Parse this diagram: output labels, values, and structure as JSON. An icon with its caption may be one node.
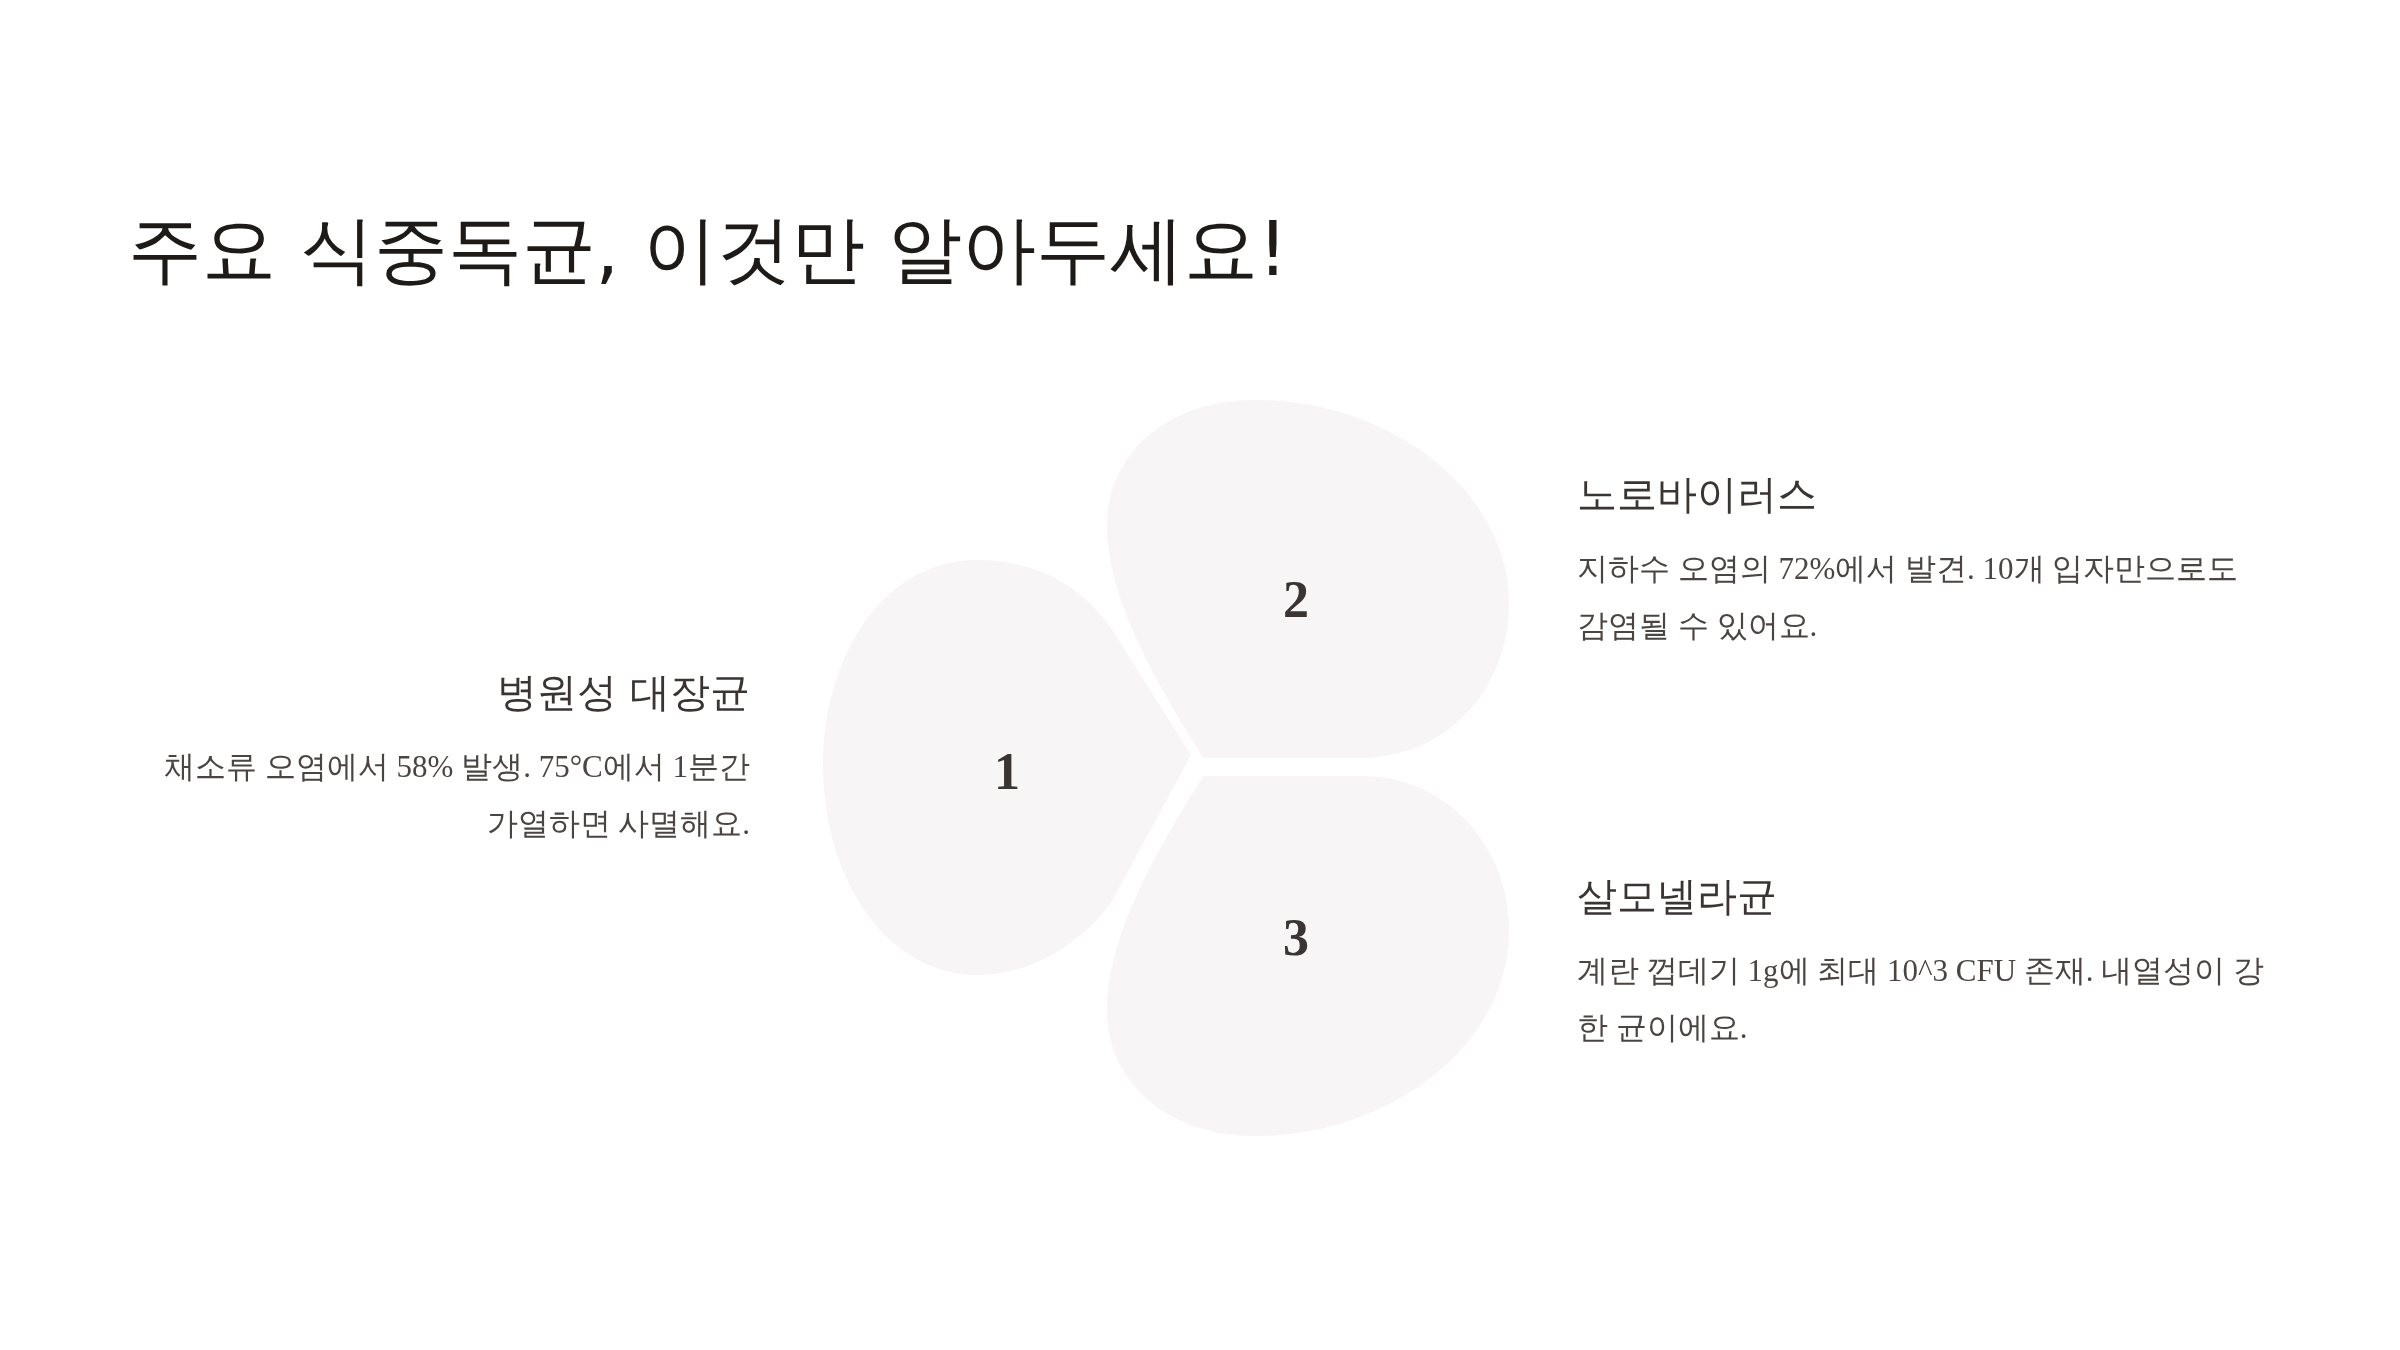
{
  "diagram": {
    "title": "주요 식중독균, 이것만 알아두세요!",
    "nodes": [
      {
        "text": [
          "1"
        ],
        "beside": [
          "병원성 대장균",
          "채소류 오염에서 58% 발생. 75°C에서 1분간 가열하면 사멸해요."
        ]
      },
      {
        "text": [
          "2"
        ],
        "beside": [
          "노로바이러스",
          "지하수 오염의 72%에서 발견. 10개 입자만으로도 감염될 수 있어요."
        ]
      },
      {
        "text": [
          "3"
        ],
        "beside": [
          "살모넬라균",
          "계란 껍데기 1g에 최대 10^3 CFU 존재. 내열성이 강한 균이에요."
        ]
      }
    ]
  }
}
